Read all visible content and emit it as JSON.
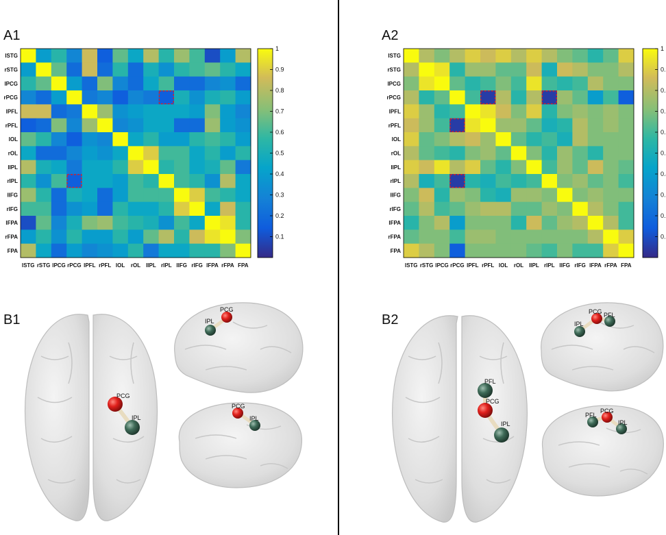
{
  "panels": {
    "A1": "A1",
    "A2": "A2",
    "B1": "B1",
    "B2": "B2"
  },
  "colormap": "parula",
  "colorbar_ticks": [
    "0.1",
    "0.2",
    "0.3",
    "0.4",
    "0.5",
    "0.6",
    "0.7",
    "0.8",
    "0.9",
    "1"
  ],
  "chart_data": [
    {
      "type": "heatmap",
      "panel": "A1",
      "title": "",
      "xlabel": "",
      "ylabel": "",
      "row_labels": [
        "lSTG",
        "rSTG",
        "lPCG",
        "rPCG",
        "lPFL",
        "rPFL",
        "lOL",
        "rOL",
        "lIPL",
        "rIPL",
        "lIFG",
        "rIFG",
        "lFPA",
        "rFPA",
        "FPA"
      ],
      "col_labels": [
        "lSTG",
        "rSTG",
        "lPCG",
        "rPCG",
        "lPFL",
        "rPFL",
        "lOL",
        "rOL",
        "lIPL",
        "rIPL",
        "lIFG",
        "rIFG",
        "lFPA",
        "rFPA",
        "FPA"
      ],
      "zlim": [
        0,
        1
      ],
      "values": [
        [
          1.0,
          0.4,
          0.55,
          0.3,
          0.85,
          0.15,
          0.65,
          0.45,
          0.8,
          0.55,
          0.75,
          0.6,
          0.1,
          0.4,
          0.8
        ],
        [
          0.4,
          1.0,
          0.65,
          0.2,
          0.85,
          0.2,
          0.55,
          0.2,
          0.5,
          0.35,
          0.55,
          0.6,
          0.65,
          0.55,
          0.45
        ],
        [
          0.55,
          0.65,
          1.0,
          0.4,
          0.2,
          0.7,
          0.3,
          0.2,
          0.45,
          0.6,
          0.2,
          0.2,
          0.3,
          0.35,
          0.2
        ],
        [
          0.3,
          0.2,
          0.4,
          1.0,
          0.25,
          0.3,
          0.15,
          0.3,
          0.25,
          0.15,
          0.5,
          0.35,
          0.5,
          0.55,
          0.4
        ],
        [
          0.85,
          0.85,
          0.2,
          0.25,
          1.0,
          0.75,
          0.35,
          0.4,
          0.45,
          0.45,
          0.45,
          0.4,
          0.7,
          0.4,
          0.3
        ],
        [
          0.15,
          0.2,
          0.7,
          0.3,
          0.75,
          1.0,
          0.3,
          0.35,
          0.45,
          0.45,
          0.2,
          0.2,
          0.75,
          0.4,
          0.35
        ],
        [
          0.65,
          0.55,
          0.3,
          0.15,
          0.35,
          0.3,
          1.0,
          0.45,
          0.55,
          0.4,
          0.4,
          0.55,
          0.6,
          0.55,
          0.4
        ],
        [
          0.45,
          0.2,
          0.2,
          0.3,
          0.4,
          0.35,
          0.45,
          1.0,
          0.9,
          0.6,
          0.6,
          0.45,
          0.55,
          0.4,
          0.55
        ],
        [
          0.8,
          0.5,
          0.45,
          0.25,
          0.45,
          0.45,
          0.55,
          0.9,
          1.0,
          0.55,
          0.6,
          0.45,
          0.5,
          0.65,
          0.25
        ],
        [
          0.55,
          0.35,
          0.6,
          0.15,
          0.45,
          0.45,
          0.4,
          0.6,
          0.55,
          1.0,
          0.6,
          0.55,
          0.35,
          0.8,
          0.45
        ],
        [
          0.75,
          0.55,
          0.2,
          0.5,
          0.45,
          0.2,
          0.4,
          0.6,
          0.6,
          0.6,
          1.0,
          0.9,
          0.6,
          0.55,
          0.45
        ],
        [
          0.6,
          0.6,
          0.2,
          0.35,
          0.4,
          0.2,
          0.55,
          0.45,
          0.45,
          0.55,
          0.9,
          1.0,
          0.45,
          0.85,
          0.55
        ],
        [
          0.1,
          0.65,
          0.3,
          0.5,
          0.7,
          0.75,
          0.6,
          0.55,
          0.5,
          0.35,
          0.6,
          0.45,
          1.0,
          0.95,
          0.55
        ],
        [
          0.4,
          0.55,
          0.35,
          0.55,
          0.4,
          0.4,
          0.55,
          0.4,
          0.65,
          0.8,
          0.55,
          0.85,
          0.95,
          1.0,
          0.7
        ],
        [
          0.8,
          0.45,
          0.2,
          0.4,
          0.3,
          0.35,
          0.4,
          0.55,
          0.25,
          0.45,
          0.45,
          0.55,
          0.55,
          0.7,
          1.0
        ]
      ],
      "highlighted_cells": [
        [
          3,
          9
        ],
        [
          9,
          3
        ]
      ]
    },
    {
      "type": "heatmap",
      "panel": "A2",
      "title": "",
      "xlabel": "",
      "ylabel": "",
      "row_labels": [
        "lSTG",
        "rSTG",
        "lPCG",
        "rPCG",
        "lPFL",
        "rPFL",
        "lOL",
        "rOL",
        "lIPL",
        "rIPL",
        "lIFG",
        "rIFG",
        "lFPA",
        "rFPA",
        "FPA"
      ],
      "col_labels": [
        "lSTG",
        "rSTG",
        "lPCG",
        "rPCG",
        "lPFL",
        "rPFL",
        "lOL",
        "rOL",
        "lIPL",
        "rIPL",
        "lIFG",
        "rIFG",
        "lFPA",
        "rFPA",
        "FPA"
      ],
      "zlim": [
        0,
        1
      ],
      "values": [
        [
          1.0,
          0.8,
          0.7,
          0.8,
          0.9,
          0.85,
          0.9,
          0.8,
          0.9,
          0.8,
          0.7,
          0.65,
          0.55,
          0.65,
          0.9
        ],
        [
          0.8,
          1.0,
          0.95,
          0.55,
          0.75,
          0.75,
          0.65,
          0.65,
          0.85,
          0.5,
          0.85,
          0.8,
          0.7,
          0.7,
          0.8
        ],
        [
          0.7,
          0.95,
          1.0,
          0.65,
          0.55,
          0.6,
          0.7,
          0.6,
          0.95,
          0.6,
          0.55,
          0.6,
          0.8,
          0.7,
          0.7
        ],
        [
          0.8,
          0.55,
          0.65,
          1.0,
          0.6,
          0.05,
          0.8,
          0.55,
          0.8,
          0.05,
          0.75,
          0.65,
          0.4,
          0.6,
          0.15
        ],
        [
          0.9,
          0.75,
          0.55,
          0.6,
          1.0,
          0.95,
          0.85,
          0.7,
          0.9,
          0.55,
          0.7,
          0.75,
          0.7,
          0.75,
          0.7
        ],
        [
          0.85,
          0.75,
          0.6,
          0.05,
          0.95,
          1.0,
          0.75,
          0.75,
          0.65,
          0.5,
          0.55,
          0.8,
          0.7,
          0.75,
          0.7
        ],
        [
          0.9,
          0.65,
          0.7,
          0.8,
          0.85,
          0.75,
          1.0,
          0.65,
          0.55,
          0.6,
          0.5,
          0.8,
          0.7,
          0.7,
          0.7
        ],
        [
          0.8,
          0.65,
          0.6,
          0.55,
          0.7,
          0.75,
          0.65,
          1.0,
          0.7,
          0.55,
          0.75,
          0.65,
          0.55,
          0.7,
          0.7
        ],
        [
          0.9,
          0.85,
          0.95,
          0.8,
          0.9,
          0.65,
          0.55,
          0.7,
          1.0,
          0.6,
          0.75,
          0.65,
          0.85,
          0.7,
          0.65
        ],
        [
          0.8,
          0.5,
          0.6,
          0.05,
          0.55,
          0.5,
          0.6,
          0.55,
          0.6,
          1.0,
          0.7,
          0.75,
          0.65,
          0.7,
          0.6
        ],
        [
          0.7,
          0.85,
          0.55,
          0.75,
          0.7,
          0.55,
          0.5,
          0.75,
          0.75,
          0.7,
          1.0,
          0.7,
          0.75,
          0.7,
          0.7
        ],
        [
          0.65,
          0.8,
          0.6,
          0.65,
          0.75,
          0.8,
          0.8,
          0.65,
          0.65,
          0.75,
          0.7,
          1.0,
          0.8,
          0.7,
          0.6
        ],
        [
          0.55,
          0.7,
          0.8,
          0.4,
          0.7,
          0.7,
          0.7,
          0.55,
          0.85,
          0.65,
          0.75,
          0.8,
          1.0,
          0.8,
          0.6
        ],
        [
          0.65,
          0.7,
          0.7,
          0.6,
          0.75,
          0.75,
          0.7,
          0.7,
          0.7,
          0.7,
          0.7,
          0.7,
          0.8,
          1.0,
          0.9
        ],
        [
          0.9,
          0.8,
          0.7,
          0.15,
          0.7,
          0.7,
          0.7,
          0.7,
          0.65,
          0.6,
          0.7,
          0.6,
          0.6,
          0.9,
          1.0
        ]
      ],
      "highlighted_cells": [
        [
          3,
          5
        ],
        [
          3,
          9
        ],
        [
          5,
          3
        ],
        [
          9,
          3
        ]
      ]
    }
  ],
  "brain_networks": {
    "B1": {
      "axial": {
        "nodes": [
          {
            "label": "PCG",
            "color": "#e0201c"
          },
          {
            "label": "IPL",
            "color": "#3f6b58"
          }
        ]
      },
      "sagittal_top": {
        "nodes": [
          {
            "label": "PCG",
            "color": "#e0201c"
          },
          {
            "label": "IPL",
            "color": "#3f6b58"
          }
        ]
      },
      "sagittal_bottom": {
        "nodes": [
          {
            "label": "PCG",
            "color": "#e0201c"
          },
          {
            "label": "IPL",
            "color": "#3f6b58"
          }
        ]
      }
    },
    "B2": {
      "axial": {
        "nodes": [
          {
            "label": "PFL",
            "color": "#3f6b58"
          },
          {
            "label": "PCG",
            "color": "#e0201c"
          },
          {
            "label": "IPL",
            "color": "#3f6b58"
          }
        ]
      },
      "sagittal_top": {
        "nodes": [
          {
            "label": "PCG",
            "color": "#e0201c"
          },
          {
            "label": "PFL",
            "color": "#3f6b58"
          },
          {
            "label": "IPL",
            "color": "#3f6b58"
          }
        ]
      },
      "sagittal_bottom": {
        "nodes": [
          {
            "label": "PFL",
            "color": "#3f6b58"
          },
          {
            "label": "PCG",
            "color": "#e0201c"
          },
          {
            "label": "IPL",
            "color": "#3f6b58"
          }
        ]
      }
    }
  }
}
